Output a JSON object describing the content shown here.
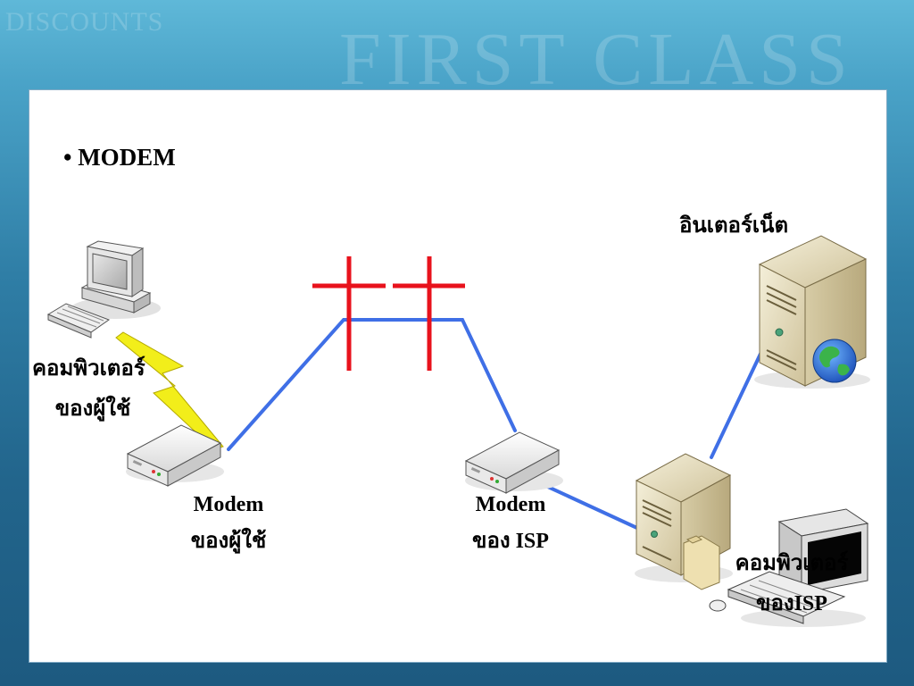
{
  "background": {
    "words": [
      "DISCOUNTS",
      "FIRST CLASS"
    ]
  },
  "slide": {
    "bullet": "• MODEM",
    "labels": {
      "user_computer_line1": "คอมพิวเตอร์",
      "user_computer_line2": "ของผู้ใช้",
      "user_modem_line1": "Modem",
      "user_modem_line2": "ของผู้ใช้",
      "isp_modem_line1": "Modem",
      "isp_modem_line2": "ของ ISP",
      "internet": "อินเตอร์เน็ต",
      "isp_computer_line1": "คอมพิวเตอร์",
      "isp_computer_line2": "ของISP"
    }
  },
  "colors": {
    "link_line": "#3f6fe6",
    "cut_mark": "#e8121c",
    "lightning": "#f2ee1a"
  }
}
